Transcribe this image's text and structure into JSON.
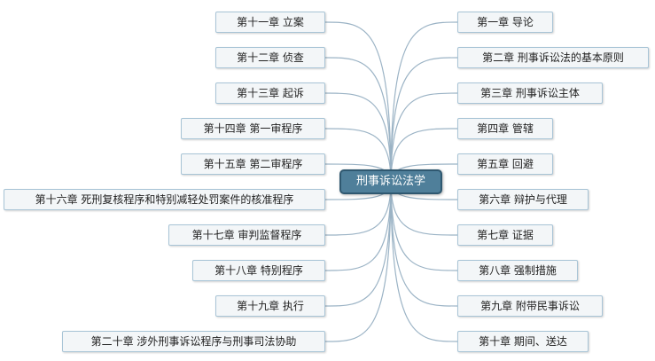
{
  "root": {
    "label": "刑事诉讼法学"
  },
  "left_branches": [
    {
      "label": "第十一章 立案"
    },
    {
      "label": "第十二章 侦查"
    },
    {
      "label": "第十三章 起诉"
    },
    {
      "label": "第十四章 第一审程序"
    },
    {
      "label": "第十五章 第二审程序"
    },
    {
      "label": "第十六章 死刑复核程序和特别减轻处罚案件的核准程序"
    },
    {
      "label": "第十七章 审判监督程序"
    },
    {
      "label": "第十八章 特别程序"
    },
    {
      "label": "第十九章 执行"
    },
    {
      "label": "第二十章 涉外刑事诉讼程序与刑事司法协助"
    }
  ],
  "right_branches": [
    {
      "label": "第一章 导论"
    },
    {
      "label": "第二章 刑事诉讼法的基本原则"
    },
    {
      "label": "第三章 刑事诉讼主体"
    },
    {
      "label": "第四章 管辖"
    },
    {
      "label": "第五章 回避"
    },
    {
      "label": "第六章 辩护与代理"
    },
    {
      "label": "第七章 证据"
    },
    {
      "label": "第八章 强制措施"
    },
    {
      "label": "第九章 附带民事诉讼"
    },
    {
      "label": "第十章 期间、送达"
    }
  ]
}
